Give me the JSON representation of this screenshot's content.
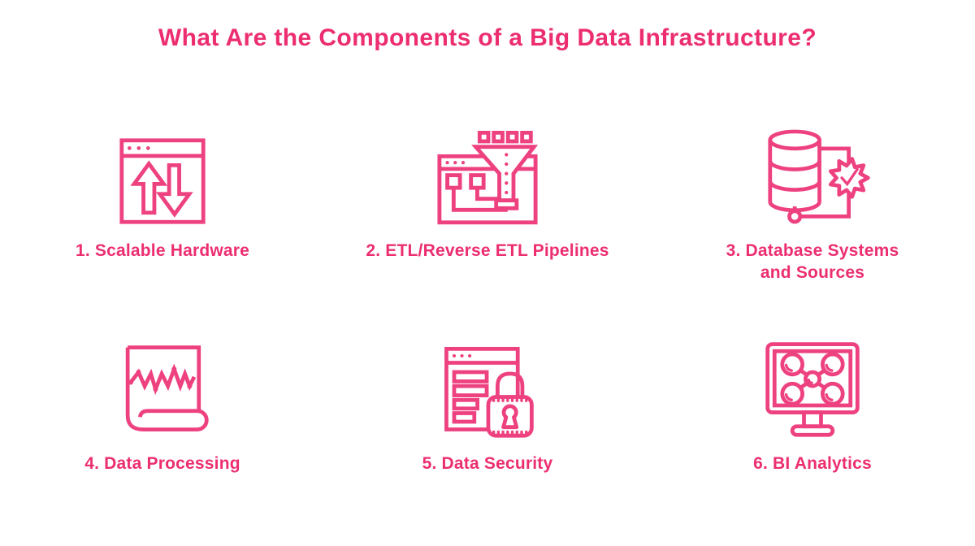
{
  "title": "What Are the Components of a Big Data Infrastructure?",
  "colors": {
    "background": "#FFFFFF",
    "text": "#EC2E71",
    "icon": "#EE4180"
  },
  "items": [
    {
      "label": "1. Scalable Hardware",
      "icon": "scalable-hardware-icon"
    },
    {
      "label": "2. ETL/Reverse ETL Pipelines",
      "icon": "etl-pipelines-icon"
    },
    {
      "label": "3. Database Systems",
      "label2": "and Sources",
      "icon": "database-systems-icon"
    },
    {
      "label": "4. Data Processing",
      "icon": "data-processing-icon"
    },
    {
      "label": "5. Data Security",
      "icon": "data-security-icon"
    },
    {
      "label": "6. BI Analytics",
      "icon": "bi-analytics-icon"
    }
  ]
}
